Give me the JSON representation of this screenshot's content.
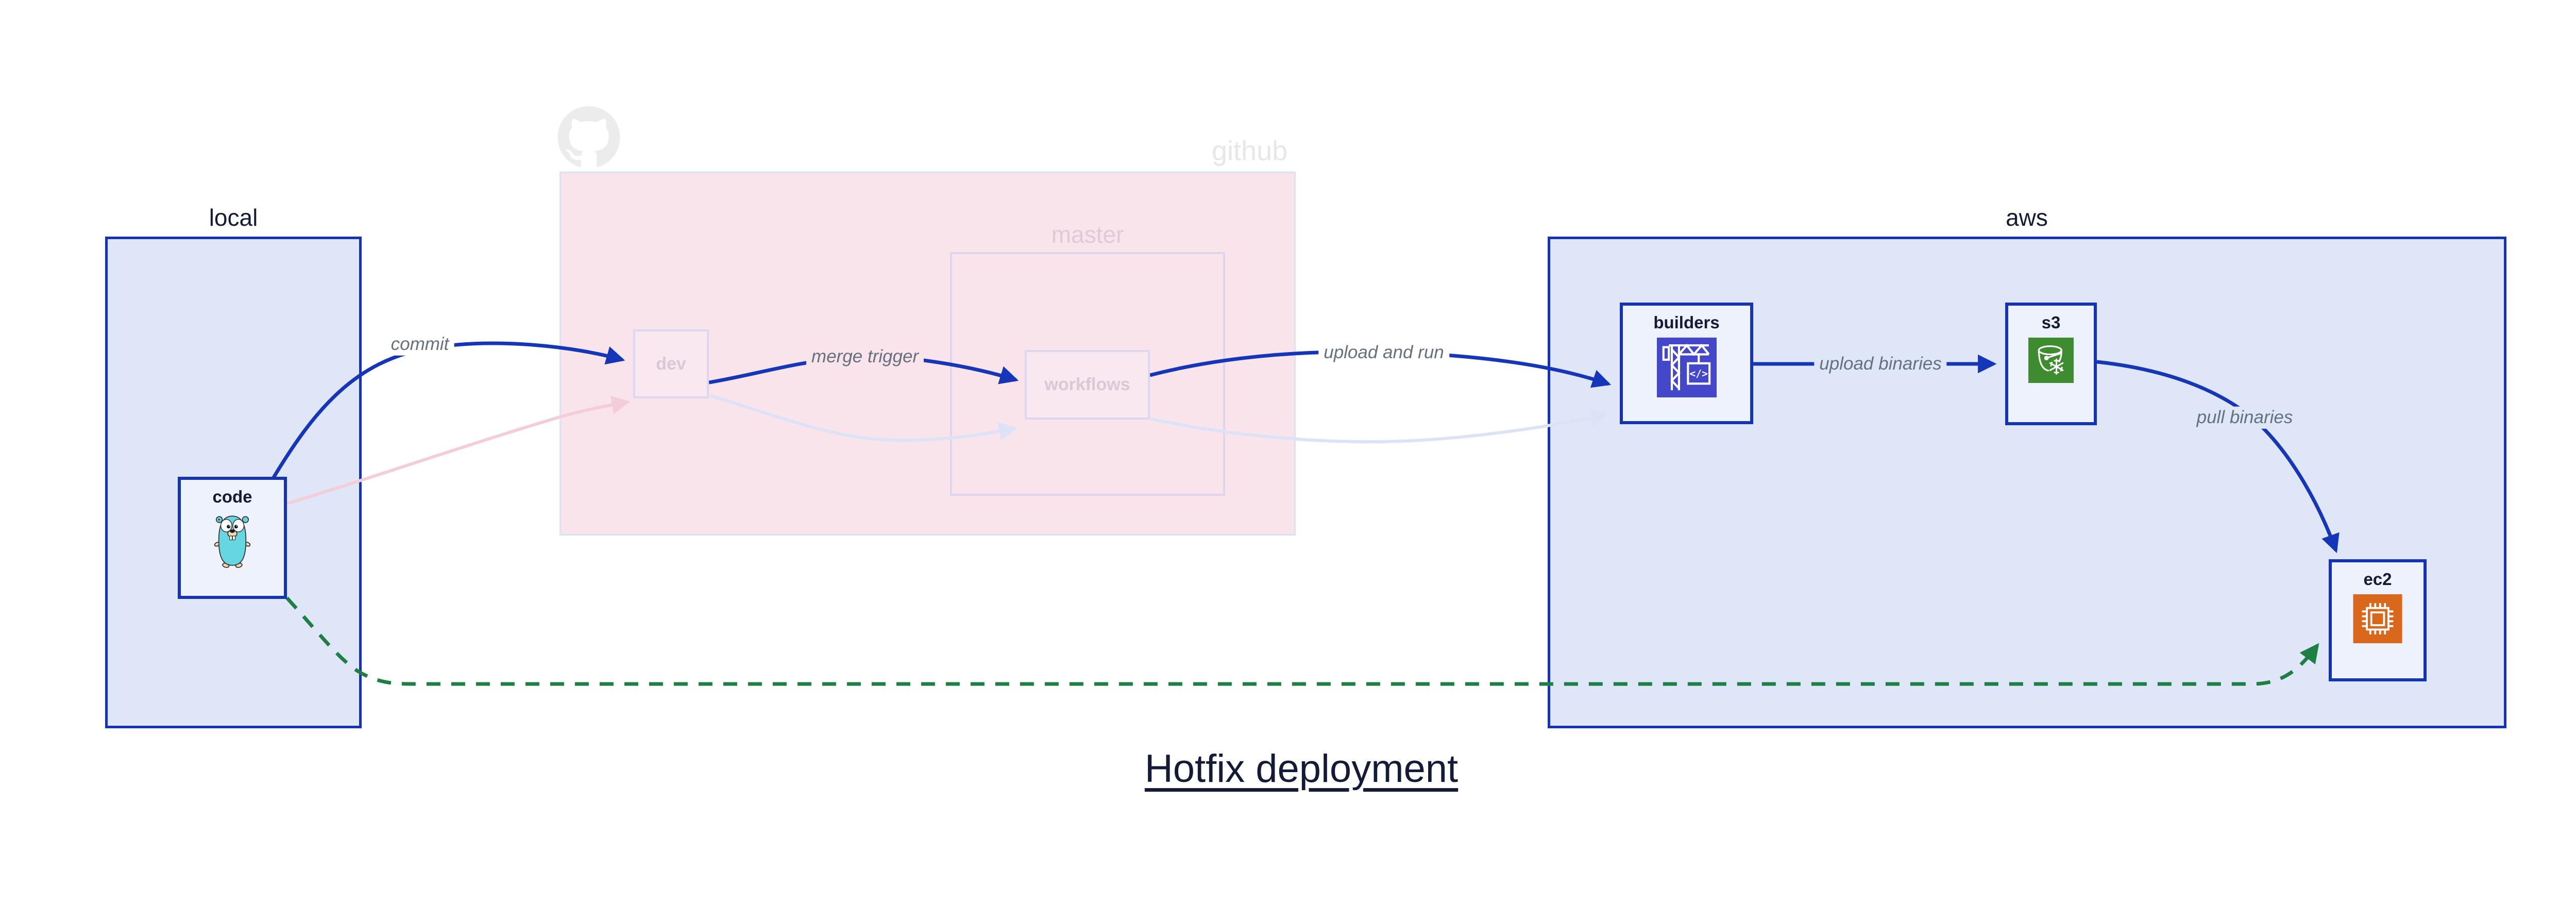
{
  "title": "Hotfix deployment",
  "containers": {
    "local": {
      "label": "local"
    },
    "github": {
      "label": "github",
      "logo": "github-octocat-icon"
    },
    "master": {
      "label": "master"
    },
    "aws": {
      "label": "aws"
    }
  },
  "nodes": {
    "code": {
      "label": "code",
      "icon": "go-gopher-icon"
    },
    "dev": {
      "label": "dev"
    },
    "workflows": {
      "label": "workflows"
    },
    "builders": {
      "label": "builders",
      "icon": "codebuild-crane-icon",
      "icon_glyph": "</>"
    },
    "s3": {
      "label": "s3",
      "icon": "s3-glacier-bucket-icon"
    },
    "ec2": {
      "label": "ec2",
      "icon": "ec2-chip-icon"
    }
  },
  "edges": {
    "commit": {
      "label": "commit",
      "from": "code",
      "to": "dev",
      "style": "blue-solid"
    },
    "merge_trigger": {
      "label": "merge trigger",
      "from": "dev",
      "to": "workflows",
      "style": "blue-solid"
    },
    "upload_and_run": {
      "label": "upload and run",
      "from": "workflows",
      "to": "builders",
      "style": "blue-solid"
    },
    "upload_binaries": {
      "label": "upload binaries",
      "from": "builders",
      "to": "s3",
      "style": "blue-solid"
    },
    "pull_binaries": {
      "label": "pull binaries",
      "from": "s3",
      "to": "ec2",
      "style": "blue-solid"
    },
    "hotfix_path": {
      "label": "",
      "from": "code",
      "to": "ec2",
      "style": "green-dashed"
    },
    "faded_commit": {
      "label": "",
      "from": "code",
      "to": "dev",
      "style": "faded-pink"
    },
    "faded_merge": {
      "label": "",
      "from": "dev",
      "to": "workflows",
      "style": "faded-lavender"
    },
    "faded_run": {
      "label": "",
      "from": "workflows",
      "to": "builders",
      "style": "faded-lavender"
    }
  },
  "colors": {
    "arrow_blue": "#1536b8",
    "container_border_blue": "#1433b5",
    "container_fill_lavender": "#dfe6f8",
    "node_fill_light": "#eef2fc",
    "github_fill_pink": "#f8e4ea",
    "faded_border_lavender": "#ddd7ef",
    "faded_text_pink": "#d9c8d5",
    "faded_arrow_pink": "#f3cdd9",
    "faded_arrow_lavender": "#dde3f6",
    "hotfix_green": "#1e7f45",
    "label_gray": "#67707e",
    "text_navy": "#141b39",
    "github_gray": "#e7e7e7",
    "codebuild_indigo": "#4447c9",
    "s3_green": "#3f8b2f",
    "ec2_orange": "#d9671c",
    "gopher_teal": "#66d6e0"
  }
}
